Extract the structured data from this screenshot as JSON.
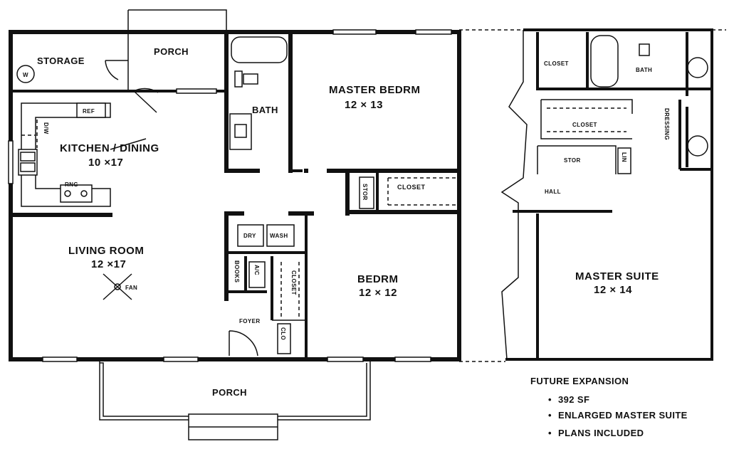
{
  "rooms": {
    "storage": "STORAGE",
    "storage_w": "W",
    "porch_back": "PORCH",
    "bath": "BATH",
    "master_bedroom": "MASTER BEDRM",
    "master_bedroom_size": "12 × 13",
    "kitchen_dining": "KITCHEN / DINING",
    "kitchen_dining_size": "10 ×17",
    "dw": "D/W",
    "refrigerator": "REF",
    "range": "RNG",
    "stor": "STOR",
    "closet_master": "CLOSET",
    "dryer": "DRY",
    "washer": "WASH",
    "living_room": "LIVING ROOM",
    "living_room_size": "12 ×17",
    "fan": "FAN",
    "books": "BOOKS",
    "ac": "A/C",
    "closet_hall": "CLOSET",
    "foyer": "FOYER",
    "clo": "CLO",
    "bedroom": "BEDRM",
    "bedroom_size": "12 × 12",
    "porch_front": "PORCH"
  },
  "expansion_plan": {
    "closet_top": "CLOSET",
    "bath": "BATH",
    "closet_mid": "CLOSET",
    "dressing": "DRESSING",
    "stor": "STOR",
    "lin": "LIN",
    "hall": "HALL",
    "master_suite": "MASTER SUITE",
    "master_suite_size": "12 × 14"
  },
  "notes": {
    "title": "FUTURE EXPANSION",
    "items": [
      "392 SF",
      "ENLARGED MASTER SUITE",
      "PLANS INCLUDED"
    ],
    "bullet": "•"
  }
}
